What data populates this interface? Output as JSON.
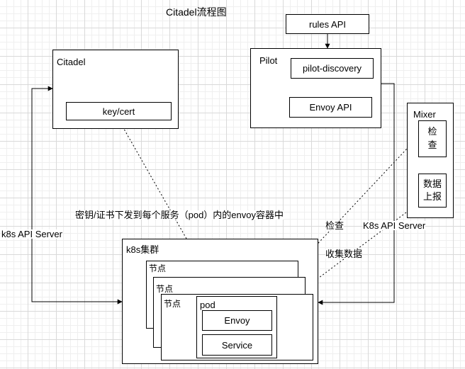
{
  "title": "Citadel流程图",
  "nodes": {
    "citadel": "Citadel",
    "key_cert": "key/cert",
    "pilot": "Pilot",
    "rules_api": "rules API",
    "pilot_discovery": "pilot-discovery",
    "envoy_api": "Envoy API",
    "mixer": "Mixer",
    "check": "检\n查",
    "report": "数据\n上报",
    "cluster": "k8s集群",
    "node_1": "节点",
    "node_2": "节点",
    "node_3": "节点",
    "pod": "pod",
    "envoy": "Envoy",
    "service": "Service"
  },
  "edges": {
    "k8s_api_left": "k8s API Server",
    "k8s_api_right": "K8s API Server",
    "key_dispatch": "密钥/证书下发到每个服务（pod）内的envoy容器中",
    "check": "检查",
    "collect": "收集数据"
  },
  "colors": {
    "line": "#000000",
    "box_fill": "#ffffff"
  }
}
